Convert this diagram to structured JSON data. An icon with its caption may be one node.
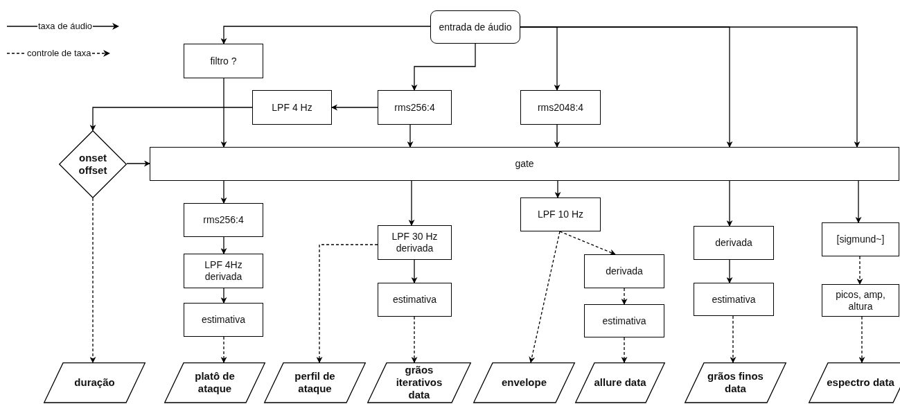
{
  "diagram": {
    "nodes": [
      {
        "text": [
          "entrada de áudio"
        ]
      },
      {
        "text": [
          "filtro ?"
        ]
      },
      {
        "text": [
          "rms256:4"
        ]
      },
      {
        "text": [
          "LPF 4 Hz"
        ]
      },
      {
        "text": [
          "rms2048:4"
        ]
      },
      {
        "text": [
          "onset offset"
        ]
      },
      {
        "text": [
          "gate"
        ]
      },
      {
        "text": [
          "rms256:4"
        ]
      },
      {
        "text": [
          "LPF 4Hz derivada"
        ]
      },
      {
        "text": [
          "estimativa"
        ]
      },
      {
        "text": [
          "LPF 30 Hz derivada"
        ]
      },
      {
        "text": [
          "estimativa"
        ]
      },
      {
        "text": [
          "LPF 10 Hz"
        ]
      },
      {
        "text": [
          "derivada"
        ]
      },
      {
        "text": [
          "estimativa"
        ]
      },
      {
        "text": [
          "derivada"
        ]
      },
      {
        "text": [
          "estimativa"
        ]
      },
      {
        "text": [
          "[sigmund~]"
        ]
      },
      {
        "text": [
          "picos, amp, altura"
        ]
      },
      {
        "text": [
          "duração"
        ]
      },
      {
        "text": [
          "platô de ataque"
        ]
      },
      {
        "text": [
          "perfil de ataque"
        ]
      },
      {
        "text": [
          "grãos iterativos data"
        ]
      },
      {
        "text": [
          "envelope"
        ]
      },
      {
        "text": [
          "allure data"
        ]
      },
      {
        "text": [
          "grãos finos data"
        ]
      },
      {
        "text": [
          "espectro data"
        ]
      }
    ],
    "edges": [
      {
        "from": 0,
        "to": 1,
        "arrow": "to"
      },
      {
        "from": 0,
        "to": 2,
        "arrow": "to"
      },
      {
        "from": 0,
        "to": 4,
        "arrow": "to"
      },
      {
        "from": 0,
        "to": 6,
        "arrow": "to"
      },
      {
        "from": 0,
        "to": 6,
        "arrow": "to"
      },
      {
        "from": 1,
        "to": 6,
        "arrow": "to"
      },
      {
        "from": 2,
        "to": 3,
        "arrow": "to"
      },
      {
        "from": 2,
        "to": 6,
        "arrow": "to"
      },
      {
        "from": 3,
        "to": 5,
        "arrow": "to"
      },
      {
        "from": 4,
        "to": 6,
        "arrow": "to"
      },
      {
        "from": 5,
        "to": 6,
        "arrow": "to"
      },
      {
        "from": 5,
        "to": 19,
        "arrow": "to",
        "style": "dashed"
      },
      {
        "from": 6,
        "to": 7,
        "arrow": "to"
      },
      {
        "from": 7,
        "to": 8,
        "arrow": "to"
      },
      {
        "from": 8,
        "to": 9,
        "arrow": "to"
      },
      {
        "from": 9,
        "to": 20,
        "arrow": "to",
        "style": "dashed"
      },
      {
        "from": 6,
        "to": 10,
        "arrow": "to"
      },
      {
        "from": 10,
        "to": 21,
        "arrow": "to",
        "style": "dashed"
      },
      {
        "from": 10,
        "to": 11,
        "arrow": "to"
      },
      {
        "from": 11,
        "to": 22,
        "arrow": "to",
        "style": "dashed"
      },
      {
        "from": 6,
        "to": 12,
        "arrow": "to"
      },
      {
        "from": 12,
        "to": 23,
        "arrow": "to",
        "style": "dashed"
      },
      {
        "from": 12,
        "to": 13,
        "arrow": "to",
        "style": "dashed"
      },
      {
        "from": 13,
        "to": 14,
        "arrow": "to",
        "style": "dashed"
      },
      {
        "from": 14,
        "to": 24,
        "arrow": "to",
        "style": "dashed"
      },
      {
        "from": 6,
        "to": 15,
        "arrow": "to"
      },
      {
        "from": 15,
        "to": 16,
        "arrow": "to"
      },
      {
        "from": 16,
        "to": 25,
        "arrow": "to",
        "style": "dashed"
      },
      {
        "from": 6,
        "to": 17,
        "arrow": "to"
      },
      {
        "from": 17,
        "to": 18,
        "arrow": "to",
        "style": "dashed"
      },
      {
        "from": 18,
        "to": 26,
        "arrow": "to",
        "style": "dashed"
      }
    ],
    "legend": [
      {
        "text": "taxa de áudio"
      },
      {
        "text": "controle de taxa"
      }
    ]
  }
}
